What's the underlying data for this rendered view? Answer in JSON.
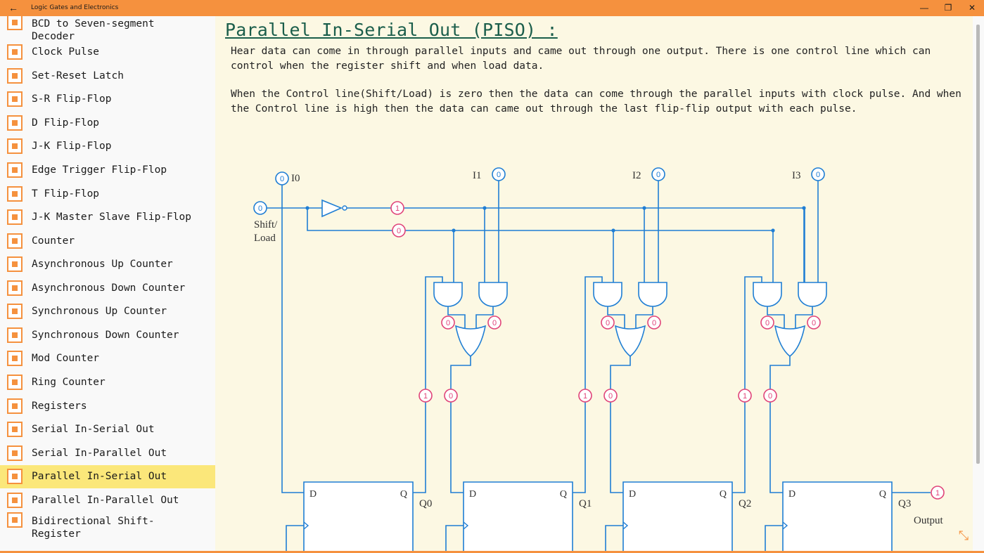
{
  "window": {
    "title": "Logic Gates and Electronics"
  },
  "colors": {
    "accent": "#f5913e",
    "selected": "#fbe77a",
    "wire": "#1f7ed4",
    "probe": "#e0447a"
  },
  "sidebar": {
    "items": [
      {
        "label": "BCD to Seven-segment\nDecoder"
      },
      {
        "label": "Clock Pulse"
      },
      {
        "label": "Set-Reset Latch"
      },
      {
        "label": "S-R Flip-Flop"
      },
      {
        "label": "D Flip-Flop"
      },
      {
        "label": "J-K Flip-Flop"
      },
      {
        "label": "Edge Trigger Flip-Flop"
      },
      {
        "label": "T Flip-Flop"
      },
      {
        "label": "J-K Master Slave Flip-Flop"
      },
      {
        "label": "Counter"
      },
      {
        "label": "Asynchronous Up Counter"
      },
      {
        "label": "Asynchronous Down Counter"
      },
      {
        "label": "Synchronous Up Counter"
      },
      {
        "label": "Synchronous Down Counter"
      },
      {
        "label": "Mod Counter"
      },
      {
        "label": "Ring Counter"
      },
      {
        "label": "Registers"
      },
      {
        "label": "Serial In-Serial Out"
      },
      {
        "label": "Serial In-Parallel Out"
      },
      {
        "label": "Parallel In-Serial Out"
      },
      {
        "label": "Parallel In-Parallel Out"
      },
      {
        "label": "Bidirectional Shift-\nRegister"
      }
    ],
    "selected_index": 19
  },
  "content": {
    "title": "Parallel In-Serial Out (PISO) :",
    "paragraph1": "Hear data can come in through parallel inputs and came out through one output. There is one control line which can control when the register shift and when load data.",
    "paragraph2": "When the Control line(Shift/Load) is zero then the data can come through the parallel inputs with clock pulse. And when the Control line is high then the data can came out through the last flip-flip output with each pulse."
  },
  "diagram": {
    "inputs": [
      {
        "label": "I0",
        "value": "0"
      },
      {
        "label": "I1",
        "value": "0"
      },
      {
        "label": "I2",
        "value": "0"
      },
      {
        "label": "I3",
        "value": "0"
      }
    ],
    "control": {
      "label_line1": "Shift/",
      "label_line2": "Load",
      "value": "0"
    },
    "control_inverted_value": "1",
    "control_branch_value": "0",
    "stages": [
      {
        "and_left_out": "0",
        "and_right_out": "0",
        "feedback_value": "1",
        "or_out": "0"
      },
      {
        "and_left_out": "0",
        "and_right_out": "0",
        "feedback_value": "1",
        "or_out": "0"
      },
      {
        "and_left_out": "0",
        "and_right_out": "0",
        "feedback_value": "1",
        "or_out": "0"
      }
    ],
    "flipflops": [
      {
        "d_label": "D",
        "q_label": "Q",
        "output_label": "Q0"
      },
      {
        "d_label": "D",
        "q_label": "Q",
        "output_label": "Q1"
      },
      {
        "d_label": "D",
        "q_label": "Q",
        "output_label": "Q2"
      },
      {
        "d_label": "D",
        "q_label": "Q",
        "output_label": "Q3"
      }
    ],
    "output": {
      "label": "Output",
      "value": "1"
    }
  }
}
